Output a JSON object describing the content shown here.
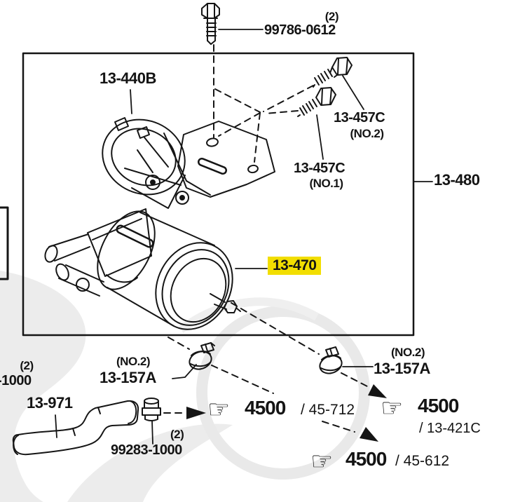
{
  "diagram": {
    "top_bolt": {
      "qty": "(2)",
      "part": "99786-0612"
    },
    "pump": {
      "part": "13-440B"
    },
    "bolt_no2": {
      "part": "13-457C",
      "note": "(NO.2)"
    },
    "bolt_no1": {
      "part": "13-457C",
      "note": "(NO.1)"
    },
    "assembly_box": {
      "part": "13-480"
    },
    "filter": {
      "part": "13-470"
    },
    "clamp_left": {
      "note": "(NO.2)",
      "part": "13-157A"
    },
    "clamp_right": {
      "note": "(NO.2)",
      "part": "13-157A"
    },
    "edge_partial": {
      "qty": "(2)",
      "part": "-1000"
    },
    "hose": {
      "part": "13-971"
    },
    "small_clamp": {
      "qty": "(2)",
      "part": "99283-1000"
    },
    "ref1": {
      "model": "4500",
      "code": "/ 45-712"
    },
    "ref2": {
      "model": "4500",
      "code": "/ 13-421C"
    },
    "ref3": {
      "model": "4500",
      "code": "/ 45-612"
    },
    "hand_glyph": "☞"
  },
  "colors": {
    "line": "#151515",
    "highlight": "#f2de00",
    "watermark": "#ececec"
  }
}
